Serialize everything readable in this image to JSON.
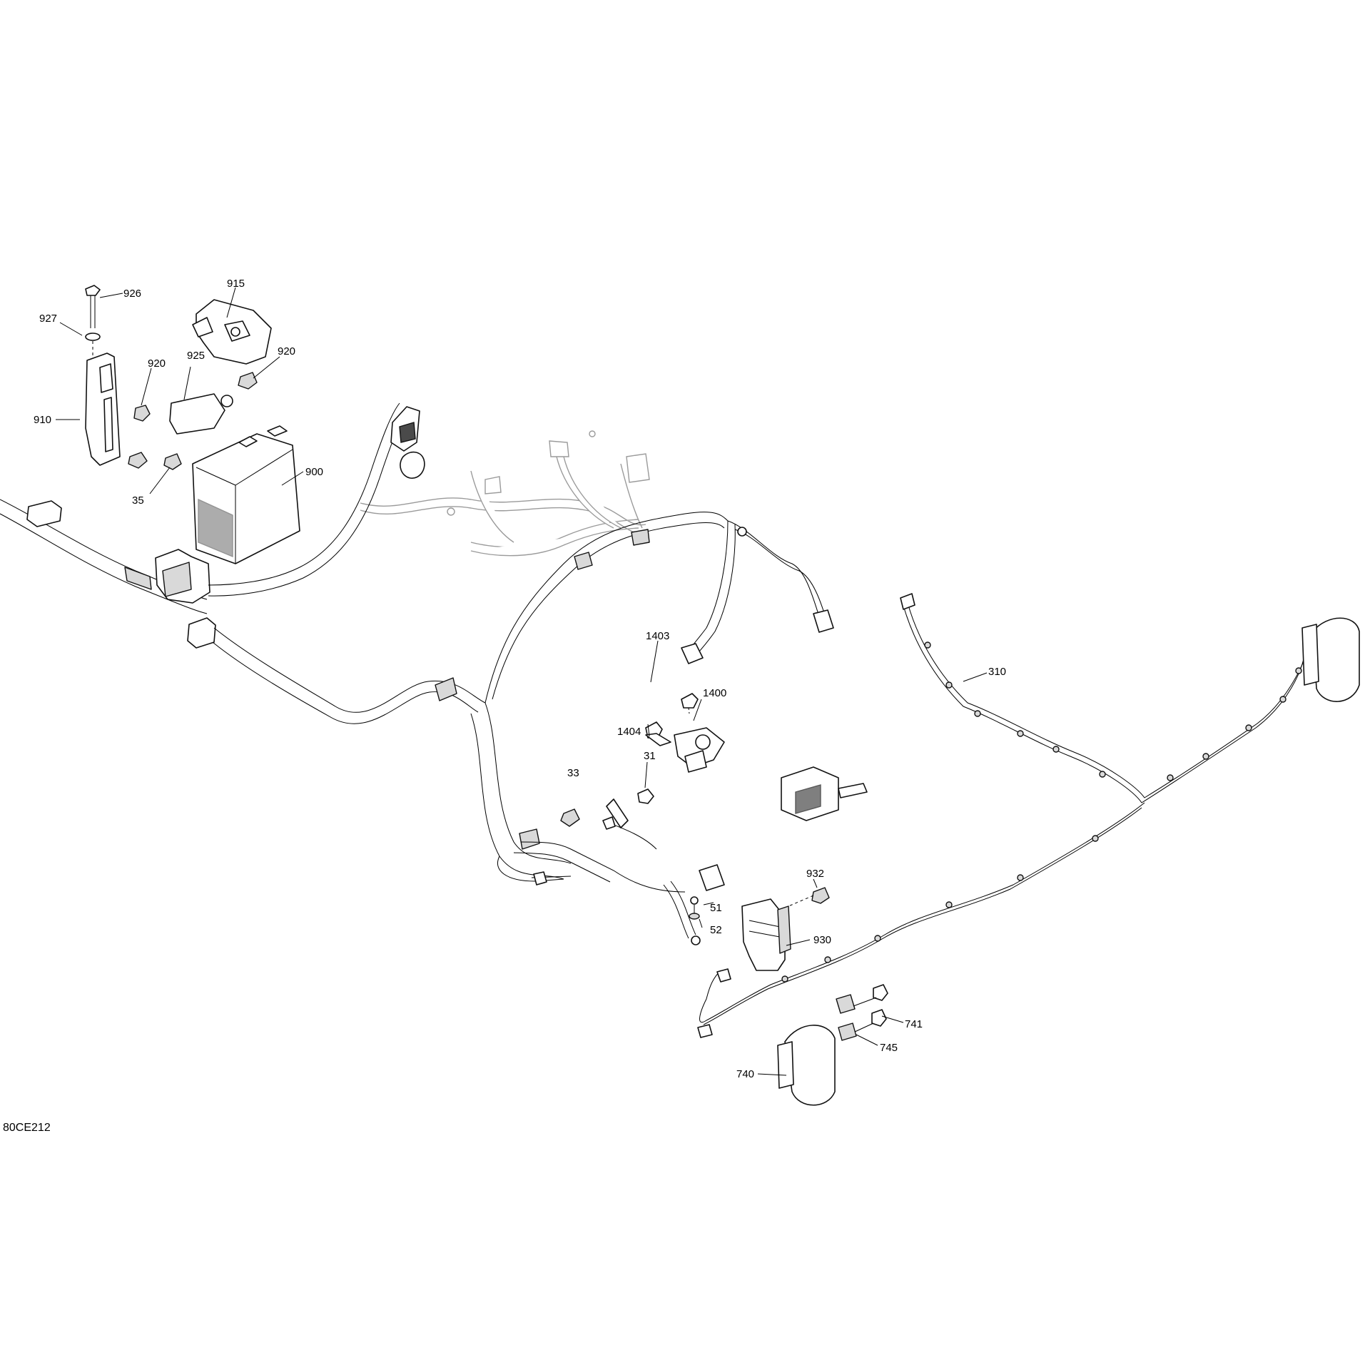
{
  "diagram": {
    "reference_code": "80CE212",
    "callouts": {
      "c926": "926",
      "c927": "927",
      "c915": "915",
      "c920a": "920",
      "c920b": "920",
      "c925": "925",
      "c910": "910",
      "c900": "900",
      "c35": "35",
      "c1403": "1403",
      "c1400": "1400",
      "c1404": "1404",
      "c310": "310",
      "c31": "31",
      "c33": "33",
      "c932": "932",
      "c51": "51",
      "c52": "52",
      "c930": "930",
      "c741": "741",
      "c745": "745",
      "c740": "740"
    }
  }
}
